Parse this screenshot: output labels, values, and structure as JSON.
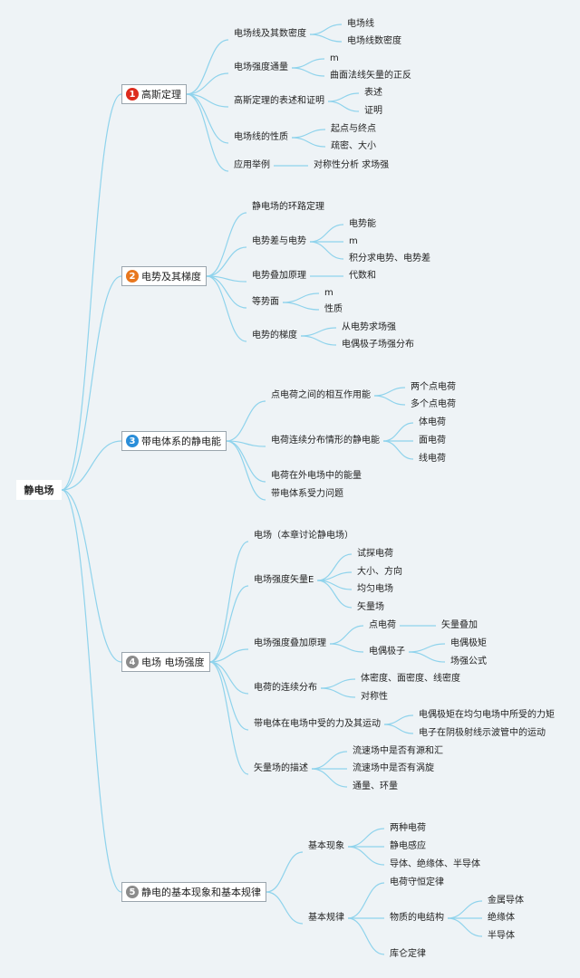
{
  "colors": {
    "line": "#8fd3ec",
    "badge_red": "#dd2c1e",
    "badge_orange": "#e8771e",
    "badge_blue": "#2a8ed9",
    "badge_gray": "#8c8c8c",
    "background": "#eef3f6"
  },
  "root": {
    "label": "静电场"
  },
  "topics": [
    {
      "num": "1",
      "label": "高斯定理",
      "color": "badge_red",
      "children": [
        {
          "label": "电场线及其数密度",
          "children": [
            {
              "label": "电场线"
            },
            {
              "label": "电场线数密度"
            }
          ]
        },
        {
          "label": "电场强度通量",
          "children": [
            {
              "label": "m"
            },
            {
              "label": "曲面法线矢量的正反"
            }
          ]
        },
        {
          "label": "高斯定理的表述和证明",
          "children": [
            {
              "label": "表述"
            },
            {
              "label": "证明"
            }
          ]
        },
        {
          "label": "电场线的性质",
          "children": [
            {
              "label": "起点与终点"
            },
            {
              "label": "疏密、大小"
            }
          ]
        },
        {
          "label": "应用举例",
          "children": [
            {
              "label": "对称性分析 求场强"
            }
          ]
        }
      ]
    },
    {
      "num": "2",
      "label": "电势及其梯度",
      "color": "badge_orange",
      "children": [
        {
          "label": "静电场的环路定理",
          "children": []
        },
        {
          "label": "电势差与电势",
          "children": [
            {
              "label": "电势能"
            },
            {
              "label": "m"
            },
            {
              "label": "积分求电势、电势差"
            }
          ]
        },
        {
          "label": "电势叠加原理",
          "children": [
            {
              "label": "代数和"
            }
          ]
        },
        {
          "label": "等势面",
          "children": [
            {
              "label": "m"
            },
            {
              "label": "性质"
            }
          ]
        },
        {
          "label": "电势的梯度",
          "children": [
            {
              "label": "从电势求场强"
            },
            {
              "label": "电偶极子场强分布"
            }
          ]
        }
      ]
    },
    {
      "num": "3",
      "label": "带电体系的静电能",
      "color": "badge_blue",
      "children": [
        {
          "label": "点电荷之间的相互作用能",
          "children": [
            {
              "label": "两个点电荷"
            },
            {
              "label": "多个点电荷"
            }
          ]
        },
        {
          "label": "电荷连续分布情形的静电能",
          "children": [
            {
              "label": "体电荷"
            },
            {
              "label": "面电荷"
            },
            {
              "label": "线电荷"
            }
          ]
        },
        {
          "label": "电荷在外电场中的能量",
          "children": []
        },
        {
          "label": "带电体系受力问题",
          "children": []
        }
      ]
    },
    {
      "num": "4",
      "label": "电场 电场强度",
      "color": "badge_gray",
      "children": [
        {
          "label": "电场（本章讨论静电场）",
          "children": []
        },
        {
          "label": "电场强度矢量E",
          "children": [
            {
              "label": "试探电荷"
            },
            {
              "label": "大小、方向"
            },
            {
              "label": "均匀电场"
            },
            {
              "label": "矢量场"
            }
          ]
        },
        {
          "label": "电场强度叠加原理",
          "children": [
            {
              "label": "点电荷",
              "children": [
                {
                  "label": "矢量叠加"
                }
              ]
            },
            {
              "label": "电偶极子",
              "children": [
                {
                  "label": "电偶极矩"
                },
                {
                  "label": "场强公式"
                }
              ]
            }
          ]
        },
        {
          "label": "电荷的连续分布",
          "children": [
            {
              "label": "体密度、面密度、线密度"
            },
            {
              "label": "对称性"
            }
          ]
        },
        {
          "label": "带电体在电场中受的力及其运动",
          "children": [
            {
              "label": "电偶极矩在均匀电场中所受的力矩"
            },
            {
              "label": "电子在阴极射线示波管中的运动"
            }
          ]
        },
        {
          "label": "矢量场的描述",
          "children": [
            {
              "label": "流速场中是否有源和汇"
            },
            {
              "label": "流速场中是否有涡旋"
            },
            {
              "label": "通量、环量"
            }
          ]
        }
      ]
    },
    {
      "num": "5",
      "label": "静电的基本现象和基本规律",
      "color": "badge_gray",
      "children": [
        {
          "label": "基本现象",
          "children": [
            {
              "label": "两种电荷"
            },
            {
              "label": "静电感应"
            },
            {
              "label": "导体、绝缘体、半导体"
            }
          ]
        },
        {
          "label": "基本规律",
          "children": [
            {
              "label": "电荷守恒定律"
            },
            {
              "label": "物质的电结构",
              "children": [
                {
                  "label": "金属导体"
                },
                {
                  "label": "绝缘体"
                },
                {
                  "label": "半导体"
                }
              ]
            },
            {
              "label": "库仑定律"
            }
          ]
        }
      ]
    }
  ]
}
